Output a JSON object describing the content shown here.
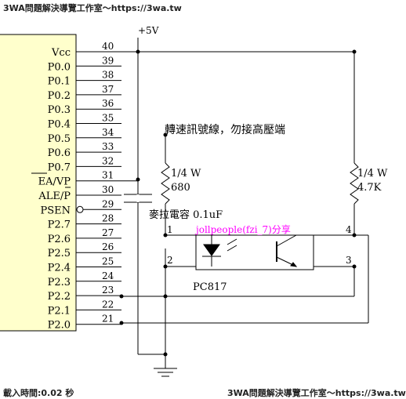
{
  "watermarks": {
    "top": "3WA問題解決導覽工作室～https://3wa.tw",
    "bottom_left": "載入時間:0.02 秒",
    "bottom_right": "3WA問題解決導覽工作室～https://3wa.tw"
  },
  "chip_pins": [
    {
      "label": "Vcc",
      "num": "40"
    },
    {
      "label": "P0.0",
      "num": "39"
    },
    {
      "label": "P0.1",
      "num": "38"
    },
    {
      "label": "P0.2",
      "num": "37"
    },
    {
      "label": "P0.3",
      "num": "36"
    },
    {
      "label": "P0.4",
      "num": "35"
    },
    {
      "label": "P0.5",
      "num": "34"
    },
    {
      "label": "P0.6",
      "num": "33"
    },
    {
      "label": "P0.7",
      "num": "32"
    },
    {
      "label": "EA/VP",
      "num": "31"
    },
    {
      "label": "ALE/P",
      "num": "30"
    },
    {
      "label": "PSEN",
      "num": "29"
    },
    {
      "label": "P2.7",
      "num": "28"
    },
    {
      "label": "P2.6",
      "num": "27"
    },
    {
      "label": "P2.5",
      "num": "26"
    },
    {
      "label": "P2.4",
      "num": "25"
    },
    {
      "label": "P2.3",
      "num": "24"
    },
    {
      "label": "P2.2",
      "num": "23"
    },
    {
      "label": "P2.1",
      "num": "22"
    },
    {
      "label": "P2.0",
      "num": "21"
    }
  ],
  "labels": {
    "supply": "+5V",
    "signal_note": "轉速訊號線，勿接高壓端",
    "r1_power": "1/4 W",
    "r1_value": "680",
    "r2_power": "1/4 W",
    "r2_value": "4.7K",
    "cap": "麥拉電容  0.1uF",
    "pin1": "1",
    "pin2": "2",
    "pin3": "3",
    "pin4": "4",
    "credit": "jollpeople(fzi_7)分享",
    "part": "PC817"
  },
  "colors": {
    "chip_fill": "#ffffcc",
    "ink": "#000000",
    "credit": "#ff00ff"
  }
}
